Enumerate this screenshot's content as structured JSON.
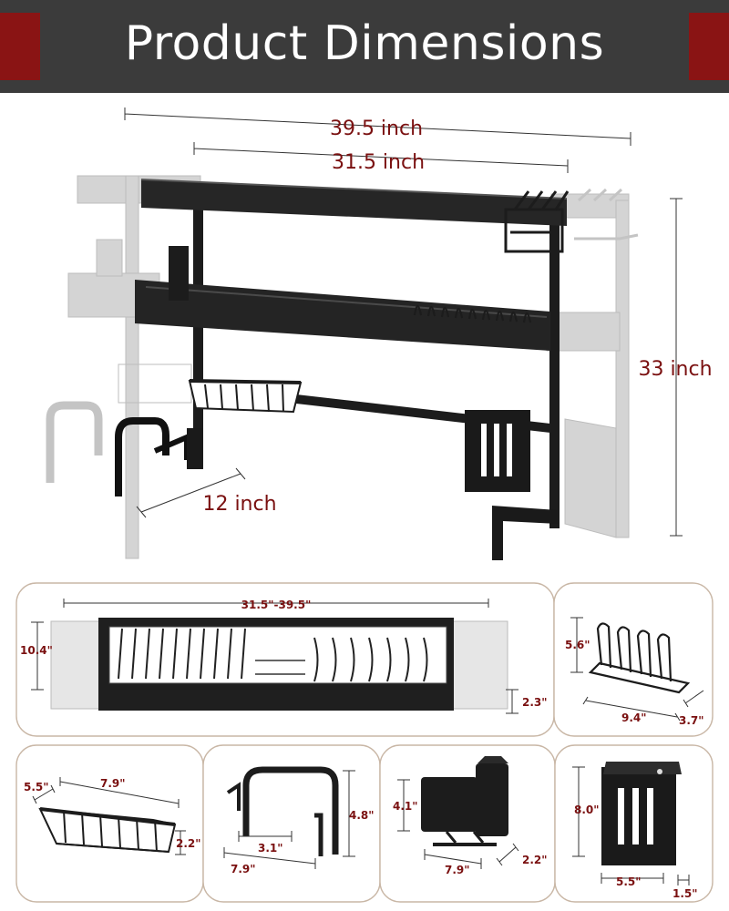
{
  "header": {
    "title": "Product Dimensions"
  },
  "main_dims": {
    "total_width": "39.5 inch",
    "inner_width": "31.5 inch",
    "height": "33 inch",
    "depth": "12 inch"
  },
  "panels": {
    "tray": {
      "width": "31.5\"-39.5\"",
      "depth": "10.4\"",
      "height": "2.3\""
    },
    "cup_holder": {
      "height": "5.6\"",
      "width": "9.4\"",
      "depth": "3.7\""
    },
    "basket": {
      "width": "7.9\"",
      "depth": "5.5\"",
      "height": "2.2\""
    },
    "board_holder": {
      "height": "4.8\"",
      "inner": "3.1\"",
      "width": "7.9\""
    },
    "utensil_holder": {
      "height": "4.1\"",
      "width": "7.9\"",
      "depth": "2.2\""
    },
    "knife_holder": {
      "height": "8.0\"",
      "width": "5.5\"",
      "depth": "1.5\""
    }
  },
  "colors": {
    "banner": "#3b3b3b",
    "accent": "#8a1414",
    "label": "#7a1010",
    "rack": "#1c1c1c",
    "ghost": "#cfcfcf"
  }
}
